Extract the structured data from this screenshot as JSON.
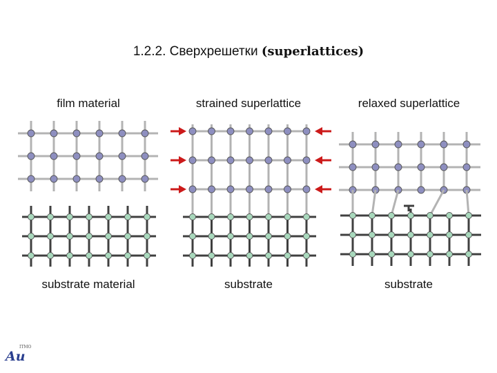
{
  "title": {
    "number": "1.2.2.",
    "russian": "Сверхрешетки",
    "latin": "(superlattices)"
  },
  "panels": [
    {
      "id": "film",
      "top_label": "film material",
      "bottom_label": "substrate material"
    },
    {
      "id": "strained",
      "top_label": "strained superlattice",
      "bottom_label": "substrate"
    },
    {
      "id": "relaxed",
      "top_label": "relaxed superlattice",
      "bottom_label": "substrate"
    }
  ],
  "logo": {
    "text": "Au",
    "sup": "ITMO"
  },
  "colors": {
    "film_atom": "#8e8fc0",
    "substrate_atom": "#a8d8bc",
    "film_bond": "#b3b3b3",
    "substrate_bond": "#3f3f3f",
    "arrow": "#cc1a1a"
  }
}
